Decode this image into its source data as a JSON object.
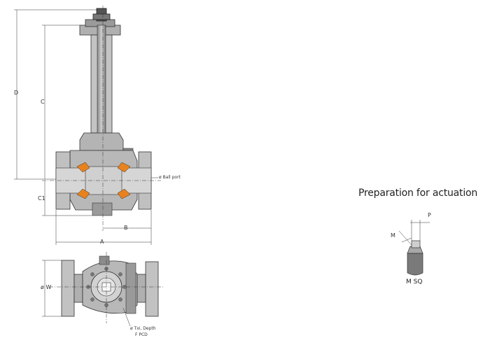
{
  "drawing": {
    "dimension_labels": {
      "d": "D",
      "c": "C",
      "c1": "C1",
      "b": "B",
      "a": "A",
      "w": "ø W",
      "p": "P",
      "m": "M"
    },
    "callouts": {
      "ball_port": "ø Ball port",
      "tap_line1": "ø Txi, Depth",
      "tap_line2": "F PCD"
    },
    "actuation_title": "Preparation for actuation",
    "stem_label": "M SQ"
  },
  "colors": {
    "body_grey": "#b8b8b8",
    "dark_grey": "#6e6e6e",
    "seat_orange": "#e8821e",
    "line": "#333333"
  }
}
